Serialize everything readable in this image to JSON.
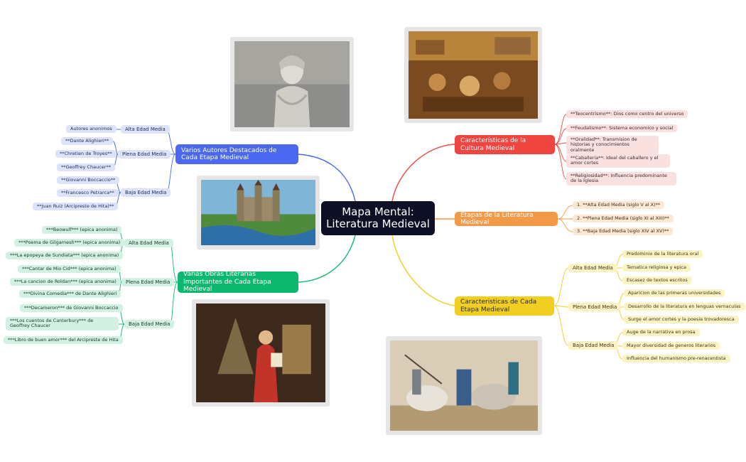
{
  "root": {
    "label": "Mapa Mental: Literatura Medieval"
  },
  "branches": {
    "cultura": {
      "title": "Características de la Cultura Medieval",
      "items": [
        "**Teocentrismo**: Dios como centro del universo",
        "**Feudalismo**: Sistema economico y social",
        "**Oralidad**: Transmision de historias y conocimientos oralmente",
        "**Caballeria**: Ideal del caballero y el amor cortes",
        "**Religiosidad**: Influencia predominante de la Iglesia"
      ]
    },
    "etapas": {
      "title": "Etapas de la Literatura Medieval",
      "items": [
        "1. **Alta Edad Media (siglo V al X)**",
        "2. **Plena Edad Media (siglo XI al XIII)**",
        "3. **Baja Edad Media (siglo XIV al XV)**"
      ]
    },
    "caracteristicas": {
      "title": "Caracteristicas de Cada Etapa Medieval",
      "groups": [
        {
          "label": "Alta Edad Media",
          "items": [
            "Predominio de la literatura oral",
            "Tematica religiosa y epica",
            "Escasez de textos escritos"
          ]
        },
        {
          "label": "Plena Edad Media",
          "items": [
            "Aparicion de las primeras universidades",
            "Desarrollo de la literatura en lenguas vernaculas",
            "Surge el amor cortes y la poesia trovadoresca"
          ]
        },
        {
          "label": "Baja Edad Media",
          "items": [
            "Auge de la narrativa en prosa",
            "Mayor diversidad de generos literarios",
            "Influencia del humanismo pre-renacentista"
          ]
        }
      ]
    },
    "autores": {
      "title": "Varios Autores Destacados de Cada Etapa Medieval",
      "groups": [
        {
          "label": "Alta Edad Media",
          "items": [
            "Autores anonimos"
          ]
        },
        {
          "label": "Plena Edad Media",
          "items": [
            "**Dante Alighieri**",
            "**Chretien de Troyes**",
            "**Geoffrey Chaucer**"
          ]
        },
        {
          "label": "Baja Edad Media",
          "items": [
            "**Giovanni Boccaccio**",
            "**Francesco Petrarca**",
            "**Juan Ruiz (Arcipreste de Hita)**"
          ]
        }
      ]
    },
    "obras": {
      "title": "Varias Obras Literarias Importantes de Cada Etapa Medieval",
      "groups": [
        {
          "label": "Alta Edad Media",
          "items": [
            "***Beowulf*** (epica anonima)",
            "***Poema de Gilgamesh*** (epica anonima)",
            "***La epopeya de Sundiata*** (epica anonima)"
          ]
        },
        {
          "label": "Plena Edad Media",
          "items": [
            "***Cantar de Mio Cid*** (epica anonima)",
            "***La cancion de Roldan*** (epica anonima)",
            "***Divina Comedia*** de Dante Alighieri"
          ]
        },
        {
          "label": "Baja Edad Media",
          "items": [
            "***Decameron*** de Giovanni Boccaccio",
            "***Los cuentos de Canterbury*** de Geoffrey Chaucer",
            "***Libro de buen amor*** del Arcipreste de Hita"
          ]
        }
      ]
    }
  },
  "images": [
    "statue-photo",
    "peasants-painting",
    "castle-illustration",
    "dante-painting",
    "knights-illustration"
  ],
  "colors": {
    "root": "#0e1126",
    "cultura": "#ef4540",
    "etapas": "#f29a48",
    "caracteristicas": "#f0cf22",
    "autores": "#4a69f0",
    "obras": "#0cb86f"
  }
}
